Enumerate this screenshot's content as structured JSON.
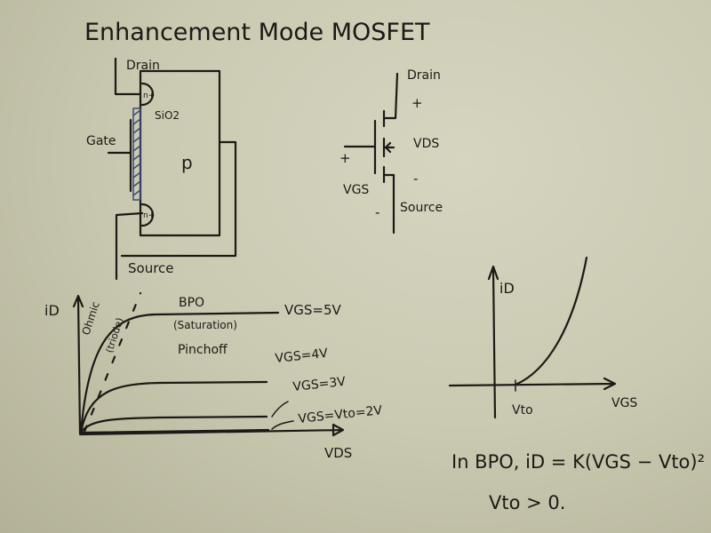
{
  "title": "Enhancement Mode MOSFET",
  "cross_section": {
    "drain": "Drain",
    "gate": "Gate",
    "oxide": "SiO2",
    "substrate": "p",
    "n_plus_top": "n+",
    "n_plus_bottom": "n+",
    "source": "Source"
  },
  "symbol": {
    "drain": "Drain",
    "plus_ds": "+",
    "vds": "VDS",
    "minus_ds": "-",
    "source": "Source",
    "plus_gs": "+",
    "vgs": "VGS",
    "minus_gs": "-"
  },
  "output_chars": {
    "y_label": "iD",
    "x_label": "VDS",
    "ohmic": "Ohmic",
    "triode": "(triode)",
    "bpo": "BPO",
    "saturation": "(Saturation)",
    "pinchoff": "Pinchoff",
    "curves": [
      "VGS=5V",
      "VGS=4V",
      "VGS=3V",
      "VGS=Vto=2V"
    ]
  },
  "transfer_chars": {
    "y_label": "iD",
    "x_label": "VGS",
    "threshold": "Vto"
  },
  "equations": {
    "line1": "In BPO, iD = K(VGS − Vto)²",
    "line2": "Vto > 0."
  }
}
